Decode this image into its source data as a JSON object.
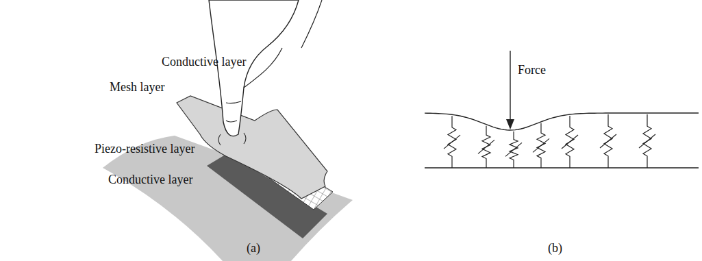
{
  "diagram": {
    "labels": [
      "Conductive layer",
      "Mesh layer",
      "Piezo-resistive layer",
      "Conductive layer",
      "(a)",
      "Force",
      "(b)"
    ]
  }
}
